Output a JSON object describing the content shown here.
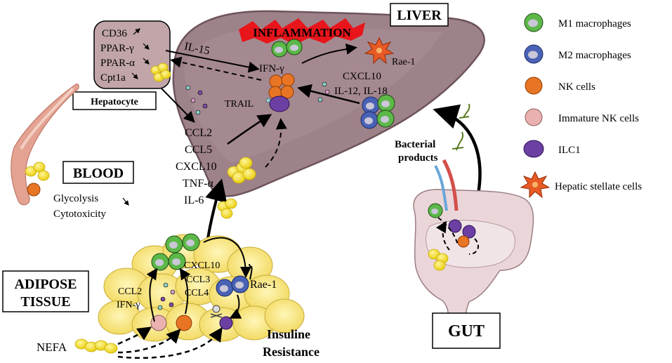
{
  "organs": {
    "liver": "LIVER",
    "blood": "BLOOD",
    "adipose_line1": "ADIPOSE",
    "adipose_line2": "TISSUE",
    "gut": "GUT",
    "hepatocyte": "Hepatocyte"
  },
  "hepatocyte_genes": [
    "CD36",
    "PPAR-γ",
    "PPAR-α",
    "Cpt1a"
  ],
  "liver_labels": {
    "inflammation": "INFLAMMATION",
    "il15": "IL-15",
    "ifn": "IFN-γ",
    "rae1": "Rae-1",
    "cxcl10": "CXCL10",
    "il12": "IL-12, IL-18",
    "trail": "TRAIL"
  },
  "liver_cytokines": [
    "CCL2",
    "CCL5",
    "CXCL10",
    "TNF-α",
    "IL-6"
  ],
  "blood_labels": {
    "glycolysis": "Glycolysis",
    "cytotoxicity": "Cytotoxicity"
  },
  "adipose_labels": {
    "cxcl10": "CXCL10",
    "ccl3": "CCL3",
    "ccl4": "CCL4",
    "ccl2": "CCL2",
    "ifn": "IFN-γ",
    "rae1": "Rae-1",
    "nefa": "NEFA",
    "insulin_line1": "Insuline",
    "insulin_line2": "Resistance"
  },
  "gut_labels": {
    "bacterial_line1": "Bacterial",
    "bacterial_line2": "products"
  },
  "legend": [
    {
      "label": "M1 macrophages",
      "icon": "m1-macrophage-icon"
    },
    {
      "label": "M2 macrophages",
      "icon": "m2-macrophage-icon"
    },
    {
      "label": "NK cells",
      "icon": "nk-cell-icon"
    },
    {
      "label": "Immature NK cells",
      "icon": "immature-nk-cell-icon"
    },
    {
      "label": "ILC1",
      "icon": "ilc1-icon"
    },
    {
      "label": "Hepatic stellate cells",
      "icon": "hepatic-stellate-cell-icon"
    }
  ],
  "colors": {
    "liver": "#9e8289",
    "liver_dark": "#6d545a",
    "hepatocyte_box": "#c1a5a8",
    "m1": "#5cb848",
    "m2": "#4a62b5",
    "nk": "#e87524",
    "immature_nk": "#e9b2b0",
    "ilc1": "#6c3fa3",
    "stellate": "#e85a25",
    "fat": "#f7e47a",
    "lipid": "#f2e024",
    "inflammation": "#e8151b"
  }
}
